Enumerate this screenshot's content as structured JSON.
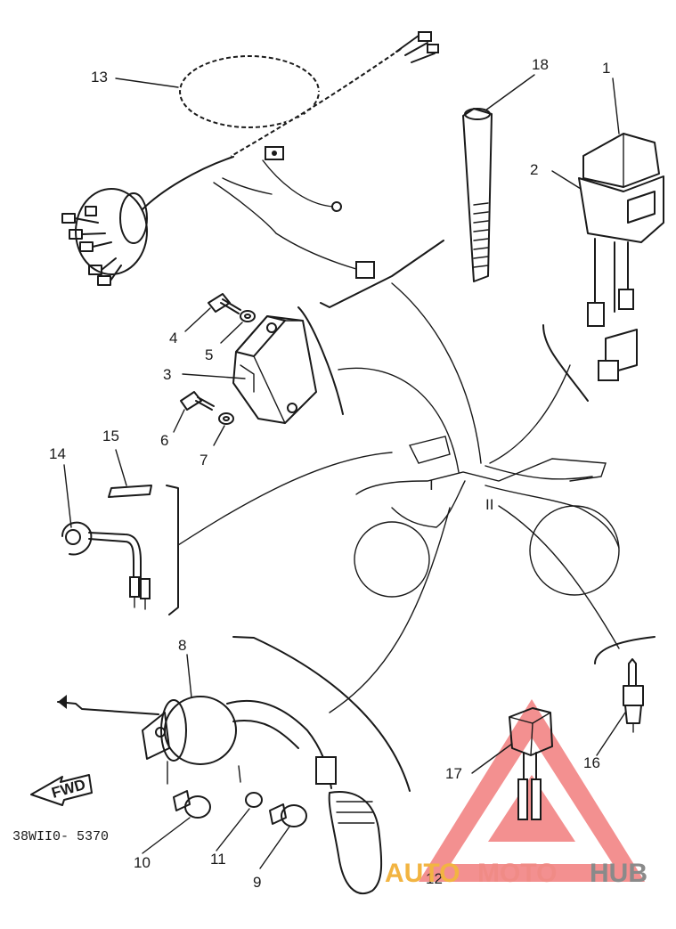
{
  "diagram": {
    "callouts": [
      {
        "id": "c1",
        "num": "1"
      },
      {
        "id": "c2",
        "num": "2"
      },
      {
        "id": "c3",
        "num": "3"
      },
      {
        "id": "c4",
        "num": "4"
      },
      {
        "id": "c5",
        "num": "5"
      },
      {
        "id": "c6",
        "num": "6"
      },
      {
        "id": "c7",
        "num": "7"
      },
      {
        "id": "c8",
        "num": "8"
      },
      {
        "id": "c9",
        "num": "9"
      },
      {
        "id": "c10",
        "num": "10"
      },
      {
        "id": "c11",
        "num": "11"
      },
      {
        "id": "c12",
        "num": "12"
      },
      {
        "id": "c13",
        "num": "13"
      },
      {
        "id": "c14",
        "num": "14"
      },
      {
        "id": "c15",
        "num": "15"
      },
      {
        "id": "c16",
        "num": "16"
      },
      {
        "id": "c17",
        "num": "17"
      },
      {
        "id": "c18",
        "num": "18"
      }
    ],
    "figure_code": "38WII0- 5370",
    "fwd_label": "FWD",
    "ref_mark_a": "I",
    "ref_mark_b": "II"
  },
  "watermark": {
    "part1": "AUTO",
    "part2": "MOTO",
    "part3": "HUB",
    "colors": {
      "auto": "#f2b441",
      "moto": "#f08b86",
      "hub": "#8a8a8a",
      "triangle": "#f06b6b"
    }
  }
}
